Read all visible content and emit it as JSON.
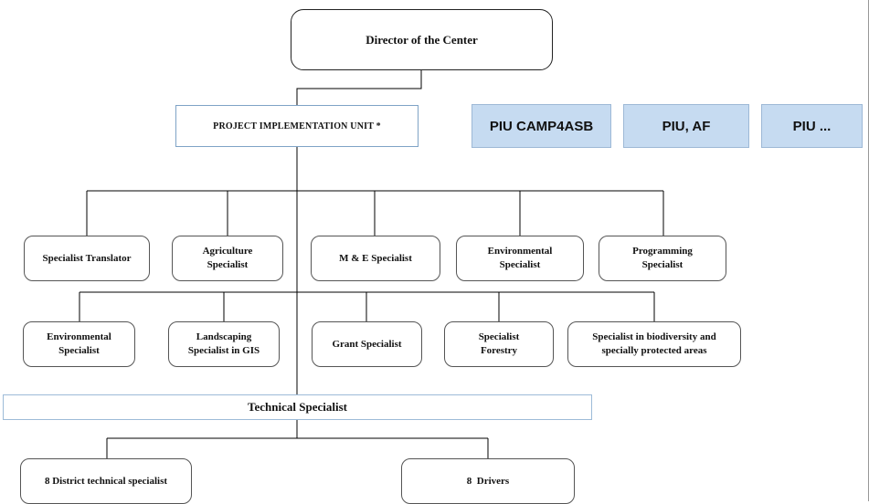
{
  "director": "Director of the Center",
  "piu": "PROJECT IMPLEMENTATION UNIT *",
  "piu_tabs": [
    "PIU CAMP4ASB",
    "PIU, AF",
    "PIU ..."
  ],
  "row1": [
    "Specialist Translator",
    "Agriculture\nSpecialist",
    "M & E Specialist",
    "Environmental\nSpecialist",
    "Programming\nSpecialist"
  ],
  "row2": [
    "Environmental\nSpecialist",
    "Landscaping\nSpecialist in GIS",
    "Grant Specialist",
    "Specialist\nForestry",
    "Specialist in biodiversity and\nspecially protected areas"
  ],
  "technical": "Technical Specialist",
  "row3": [
    "8 District technical specialist",
    "8  Drivers"
  ],
  "colors": {
    "piu_tab_fill": "#c6dbf1",
    "piu_border": "#7fa3c6",
    "line": "#000000"
  }
}
